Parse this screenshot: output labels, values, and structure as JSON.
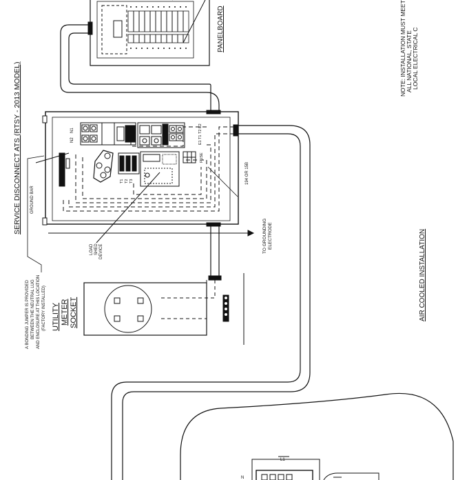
{
  "labels": {
    "panelboard": "PANELBOARD",
    "note_line1": "NOTE: INSTALLATION MUST MEET",
    "note_line2": "ALL NATIONAL, STATE",
    "note_line3": "LOCAL ELECTRICAL C",
    "ats_title": "SERVICE DISCONNECT ATS (RTSY - 2013 MODEL)",
    "ground_bar": "GROUND BAR",
    "ats_n1": "N1",
    "ats_n2": "N2",
    "fuse_t1": "T1",
    "fuse_t2": "T2",
    "fuse_t3": "T3",
    "relay_t1": "T1",
    "relay_t2": "T2",
    "relay_e1": "E1",
    "relay_e2": "E2",
    "fuse": "FUSE",
    "part_number": "194 OR 15B",
    "grounding_line1": "TO GROUNDING",
    "grounding_line2": "ELECTRODE",
    "load_line1": "LOAD",
    "load_line2": "SHED",
    "load_line3": "DEVICE",
    "meter_line1": "UTILITY",
    "meter_line2": "METER",
    "meter_line3": "SOCKET",
    "bonding_line1": "A BONDING JUMPER IS PROVIDED",
    "bonding_line2": "BETWEEN THE NEUTRAL LUG",
    "bonding_line3": "AND ENCLOSURE AT THIS LOCATION",
    "bonding_line4": "(FACTORY INSTALLED)",
    "air_cooled": "AIR COOLED INSTALLATION",
    "gen_l1": "L1",
    "gen_n": "N"
  }
}
